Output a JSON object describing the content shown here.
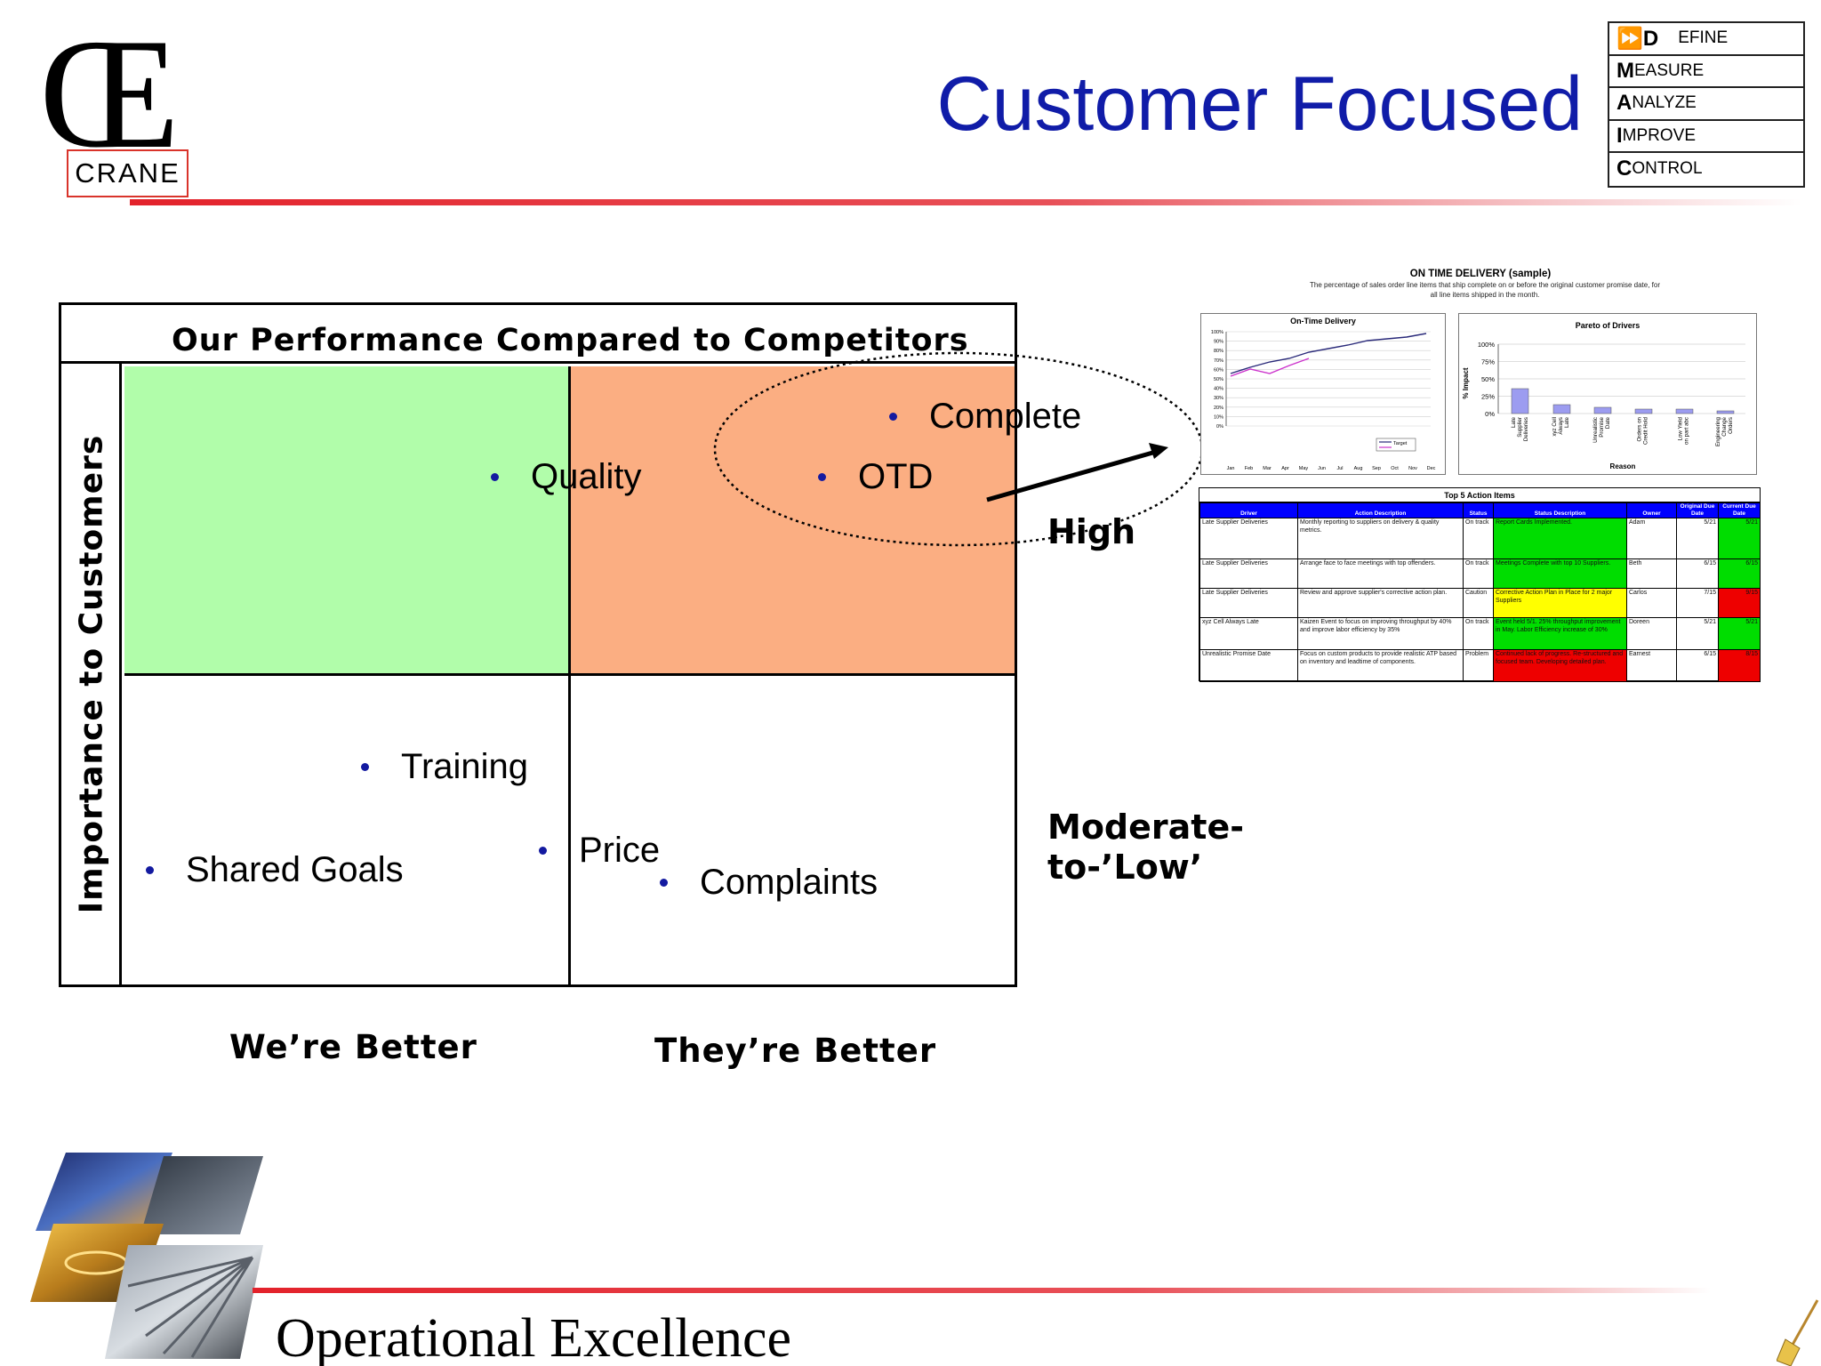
{
  "header": {
    "logo_mark": "Œ",
    "logo_name": "CRANE",
    "title": "Customer Focused",
    "dmaic": [
      {
        "prefix": "⏩D",
        "cap": "",
        "rest": "EFINE"
      },
      {
        "prefix": "",
        "cap": "M",
        "rest": "EASURE"
      },
      {
        "prefix": "",
        "cap": "A",
        "rest": "NALYZE"
      },
      {
        "prefix": "",
        "cap": "I",
        "rest": "MPROVE"
      },
      {
        "prefix": "",
        "cap": "C",
        "rest": "ONTROL"
      }
    ]
  },
  "matrix": {
    "header": "Our Performance Compared to Competitors",
    "side_label": "Importance to Customers",
    "items": {
      "quality": "Quality",
      "complete": "Complete",
      "otd": "OTD",
      "training": "Training",
      "shared_goals": "Shared Goals",
      "price": "Price",
      "complaints": "Complaints"
    },
    "row_labels": {
      "high": "High",
      "low_line1": "Moderate-",
      "low_line2": "to-’Low’"
    },
    "col_labels": {
      "left": "We’re Better",
      "right": "They’re Better"
    },
    "colors": {
      "top_left": "#b1fdaa",
      "top_right": "#fbae82",
      "bullet": "#131aa0"
    }
  },
  "report": {
    "title": "ON TIME DELIVERY (sample)",
    "subtitle_line1": "The percentage of sales order line items that ship complete on or before the original customer promise date, for",
    "subtitle_line2": "all line items shipped in the month.",
    "otd_chart": {
      "title": "On-Time Delivery",
      "y_ticks": [
        "100%",
        "90%",
        "80%",
        "70%",
        "60%",
        "50%",
        "40%",
        "30%",
        "20%",
        "10%",
        "0%"
      ],
      "x_ticks": [
        "Jan",
        "Feb",
        "Mar",
        "Apr",
        "May",
        "Jun",
        "Jul",
        "Aug",
        "Sep",
        "Oct",
        "Nov",
        "Dec"
      ],
      "legend": [
        "",
        "Target"
      ]
    },
    "pareto_chart": {
      "title": "Pareto of Drivers",
      "ylabel": "% Impact",
      "xlabel": "Reason",
      "y_ticks": [
        "100%",
        "75%",
        "50%",
        "25%",
        "0%"
      ],
      "categories": [
        [
          "Late",
          "Supplier",
          "Deliveries"
        ],
        [
          "xyz Cell",
          "Always",
          "Late"
        ],
        [
          "Unrealistic",
          "Promise",
          "Date"
        ],
        [
          "Orders on",
          "Credit Hold"
        ],
        [
          "Low Yield",
          "on part abc"
        ],
        [
          "Engineering",
          "Change",
          "Orders"
        ]
      ]
    },
    "actions": {
      "title": "Top 5 Action Items",
      "columns": [
        "Driver",
        "Action Description",
        "Status",
        "Status Description",
        "Owner",
        "Original Due Date",
        "Current Due Date"
      ],
      "rows": [
        {
          "driver": "Late Supplier Deliveries",
          "action": "Monthly reporting to suppliers on delivery & quality metrics.",
          "status": "On track",
          "desc": "Report Cards Implemented.",
          "owner": "Adam",
          "orig": "5/21",
          "cur": "5/21"
        },
        {
          "driver": "Late Supplier Deliveries",
          "action": "Arrange face to face meetings with top offenders.",
          "status": "On track",
          "desc": "Meetings Complete with top 10 Suppliers.",
          "owner": "Beth",
          "orig": "6/15",
          "cur": "6/15"
        },
        {
          "driver": "Late Supplier Deliveries",
          "action": "Review and approve supplier's corrective action plan.",
          "status": "Caution",
          "desc": "Corrective Action Plan in Place for 2 major Suppliers",
          "owner": "Carlos",
          "orig": "7/15",
          "cur": "9/15"
        },
        {
          "driver": "xyz Cell Always Late",
          "action": "Kaizen Event to focus on improving throughput by 40% and improve labor efficiency by 35%",
          "status": "On track",
          "desc": "Event held 5/1. 25% throughput improvement in May. Labor Efficiency increase of 30%",
          "owner": "Doreen",
          "orig": "5/21",
          "cur": "5/21"
        },
        {
          "driver": "Unrealistic Promise Date",
          "action": "Focus on custom products to provide realistic ATP based on inventory and leadtime of components.",
          "status": "Problem",
          "desc": "Continued lack of progress. Re-structured and focused team. Developing detailed plan.",
          "owner": "Earnest",
          "orig": "6/15",
          "cur": "8/15"
        }
      ],
      "status_colors": {
        "green": "#00dd00",
        "yellow": "#ffff00",
        "red": "#ee0000"
      }
    }
  },
  "footer": {
    "text": "Operational Excellence"
  }
}
